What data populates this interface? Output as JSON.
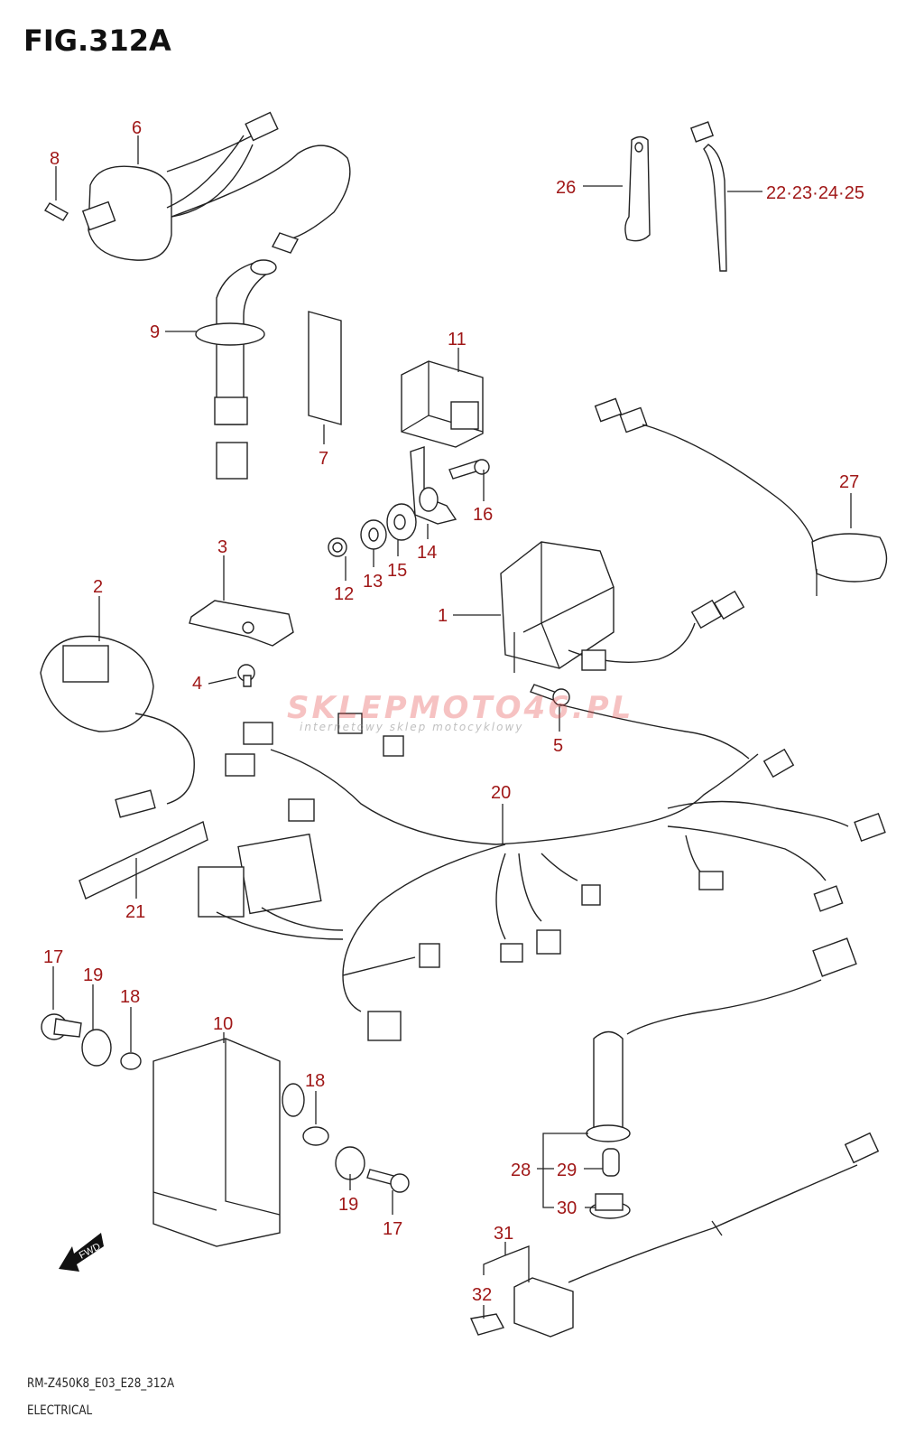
{
  "header": {
    "title": "FIG.312A"
  },
  "footer": {
    "code": "RM-Z450K8_E03_E28_312A",
    "name": "ELECTRICAL"
  },
  "watermark": {
    "main": "SKLEPMOTO46.PL",
    "sub": "internetowy sklep motocyklowy"
  },
  "fwd_arrow": {
    "label": "FWD"
  },
  "colors": {
    "label": "#a01818",
    "line": "#222222"
  },
  "callouts": [
    {
      "id": "1",
      "text": "1"
    },
    {
      "id": "2",
      "text": "2"
    },
    {
      "id": "3",
      "text": "3"
    },
    {
      "id": "4",
      "text": "4"
    },
    {
      "id": "5",
      "text": "5"
    },
    {
      "id": "6",
      "text": "6"
    },
    {
      "id": "7",
      "text": "7"
    },
    {
      "id": "8",
      "text": "8"
    },
    {
      "id": "9",
      "text": "9"
    },
    {
      "id": "10",
      "text": "10"
    },
    {
      "id": "11",
      "text": "11"
    },
    {
      "id": "12",
      "text": "12"
    },
    {
      "id": "13",
      "text": "13"
    },
    {
      "id": "14",
      "text": "14"
    },
    {
      "id": "15",
      "text": "15"
    },
    {
      "id": "16",
      "text": "16"
    },
    {
      "id": "17a",
      "text": "17"
    },
    {
      "id": "17b",
      "text": "17"
    },
    {
      "id": "18a",
      "text": "18"
    },
    {
      "id": "18b",
      "text": "18"
    },
    {
      "id": "19a",
      "text": "19"
    },
    {
      "id": "19b",
      "text": "19"
    },
    {
      "id": "20",
      "text": "20"
    },
    {
      "id": "21",
      "text": "21"
    },
    {
      "id": "22-25",
      "text": "22·23·24·25"
    },
    {
      "id": "26",
      "text": "26"
    },
    {
      "id": "27",
      "text": "27"
    },
    {
      "id": "28",
      "text": "28"
    },
    {
      "id": "29",
      "text": "29"
    },
    {
      "id": "30",
      "text": "30"
    },
    {
      "id": "31",
      "text": "31"
    },
    {
      "id": "32",
      "text": "32"
    }
  ]
}
